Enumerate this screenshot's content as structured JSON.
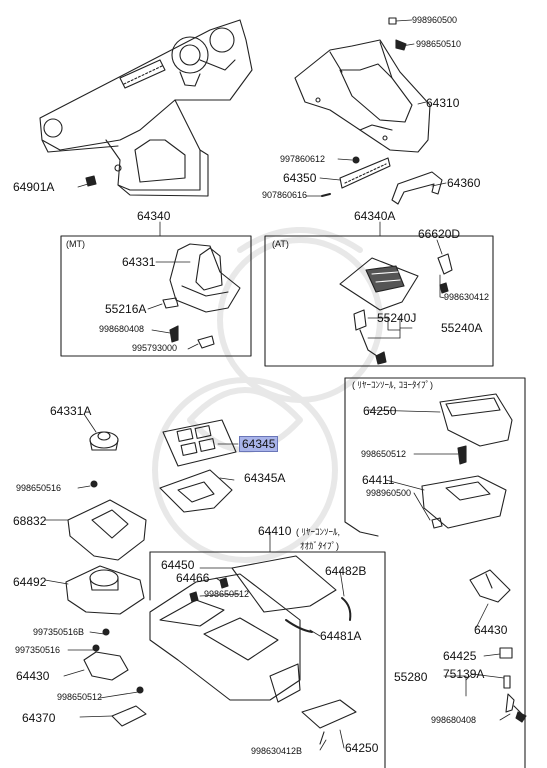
{
  "diagram": {
    "box_mt_label": "(MT)",
    "box_at_label": "(AT)",
    "rear_console_upper_note": "( ﾘﾔｰｺﾝｿｰﾙ, ｺﾖｰﾀｲﾌﾟ)",
    "rear_console_lower_note": "( ﾘﾔｰｺﾝｿｰﾙ,",
    "rear_console_lower_note2": "ｵｵｶﾞﾀｲﾌﾟ)",
    "parts": {
      "p998960500_top": "998960500",
      "p998650510": "998650510",
      "p64310": "64310",
      "p64901A": "64901A",
      "p997860612": "997860612",
      "p64350": "64350",
      "p907860616": "907860616",
      "p64360": "64360",
      "p64340": "64340",
      "p64340A": "64340A",
      "p66620D": "66620D",
      "p64331": "64331",
      "p55216A": "55216A",
      "p998680408_mt": "998680408",
      "p995793000": "995793000",
      "p998630412": "998630412",
      "p55240J": "55240J",
      "p55240A": "55240A",
      "p64331A": "64331A",
      "p64345": "64345",
      "p64345A": "64345A",
      "p998650516": "998650516",
      "p68832": "68832",
      "p64492": "64492",
      "p64250_top": "64250",
      "p998650512_r": "998650512",
      "p64411": "64411",
      "p998960500_r": "998960500",
      "p64410": "64410",
      "p64450": "64450",
      "p64466": "64466",
      "p998650512_c": "998650512",
      "p64482B": "64482B",
      "p64481A": "64481A",
      "p997350516B": "997350516B",
      "p997350516": "997350516",
      "p64430_l": "64430",
      "p998650512_l": "998650512",
      "p64370": "64370",
      "p64430_r": "64430",
      "p64425": "64425",
      "p75139A": "75139A",
      "p55280": "55280",
      "p998680408_r": "998680408",
      "p998630412B": "998630412B",
      "p64250_bot": "64250"
    }
  },
  "colors": {
    "highlight": "#a9b4ea",
    "line": "#222222"
  }
}
